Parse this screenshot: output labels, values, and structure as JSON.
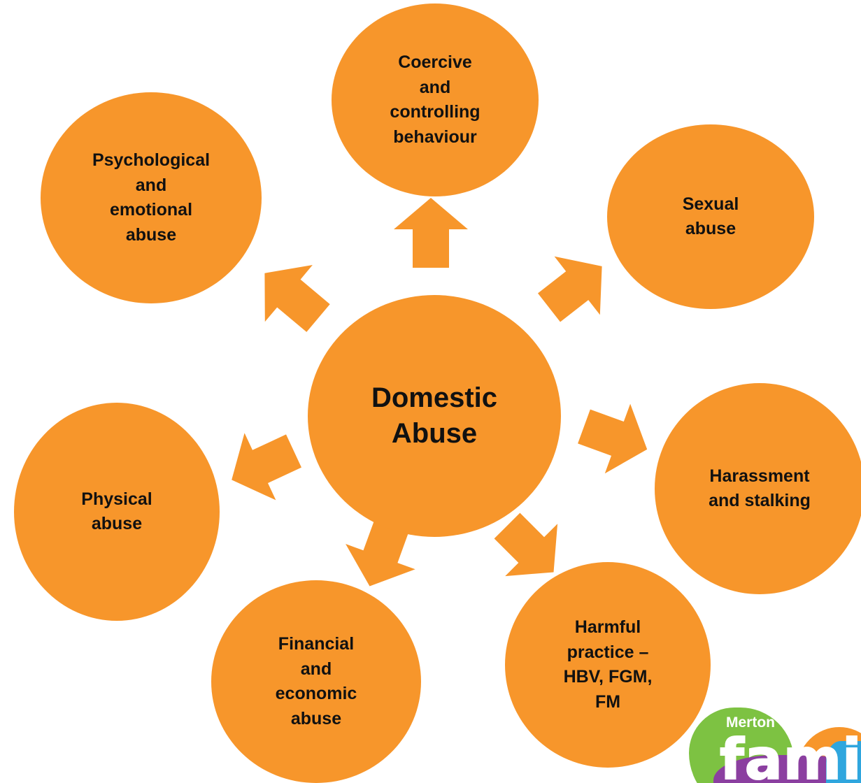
{
  "diagram": {
    "center": {
      "label": "Domestic\nAbuse"
    },
    "nodes": [
      {
        "id": "coercive-and-controlling-behaviour",
        "label": "Coercive\nand\ncontrolling\nbehaviour"
      },
      {
        "id": "sexual-abuse",
        "label": "Sexual\nabuse"
      },
      {
        "id": "harassment-and-stalking",
        "label": "Harassment\nand stalking"
      },
      {
        "id": "harmful-practice",
        "label": "Harmful\npractice –\nHBV, FGM,\nFM"
      },
      {
        "id": "financial-and-economic-abuse",
        "label": "Financial\nand\neconomic\nabuse"
      },
      {
        "id": "physical-abuse",
        "label": "Physical\nabuse"
      },
      {
        "id": "psychological-and-emotional-abuse",
        "label": "Psychological\nand\nemotional\nabuse"
      }
    ],
    "edges": [
      {
        "from": "domestic-abuse",
        "to": "coercive-and-controlling-behaviour"
      },
      {
        "from": "domestic-abuse",
        "to": "sexual-abuse"
      },
      {
        "from": "domestic-abuse",
        "to": "harassment-and-stalking"
      },
      {
        "from": "domestic-abuse",
        "to": "harmful-practice"
      },
      {
        "from": "domestic-abuse",
        "to": "financial-and-economic-abuse"
      },
      {
        "from": "domestic-abuse",
        "to": "physical-abuse"
      },
      {
        "from": "domestic-abuse",
        "to": "psychological-and-emotional-abuse"
      }
    ]
  },
  "logo": {
    "small_text": "Merton",
    "big_text": "family"
  },
  "colors": {
    "node_fill": "#F7962B",
    "arrow_fill": "#F7962B",
    "text": "#111111",
    "background": "#FFFFFF",
    "logo_green": "#7DC242",
    "logo_orange": "#F7962B",
    "logo_purple": "#8B3FA0",
    "logo_blue": "#2FA6DE"
  }
}
